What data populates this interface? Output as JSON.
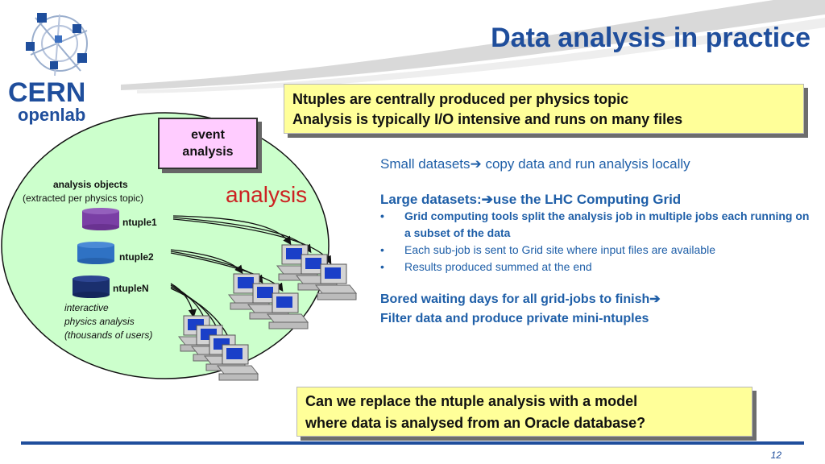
{
  "slide": {
    "title": "Data analysis in practice",
    "page_number": "12"
  },
  "logo": {
    "text_top": "CERN",
    "text_bottom": "openlab"
  },
  "top_note": {
    "line1": "Ntuples are centrally produced per physics topic",
    "line2": "Analysis is typically I/O intensive and runs on many files"
  },
  "diagram": {
    "event_box_line1": "event",
    "event_box_line2": "analysis",
    "analysis_label": "analysis",
    "objects_title": "analysis objects",
    "objects_subtitle": "(extracted per physics topic)",
    "ntuples": [
      "ntuple1",
      "ntuple2",
      "ntupleN"
    ],
    "interactive_line1": "interactive",
    "interactive_line2": "physics analysis",
    "interactive_line3": "(thousands of users)"
  },
  "right_text": {
    "small_datasets": "Small datasets",
    "small_datasets_rest": " copy data and run  analysis locally",
    "large_datasets": "Large datasets:",
    "large_datasets_rest": "use the LHC Computing Grid",
    "bullets": [
      "Grid computing tools split the analysis job in multiple jobs each running on a subset of the data",
      "Each sub-job is sent to Grid site where input files are available",
      "Results produced summed at the end"
    ],
    "bored": "Bored waiting days for all grid-jobs to finish",
    "filter": "Filter data and produce private mini-ntuples"
  },
  "bottom_note": {
    "line1": "Can we replace the ntuple analysis with a model",
    "line2": "where data is analysed from an Oracle database?"
  },
  "colors": {
    "title_blue": "#1f4e9c",
    "text_blue": "#1f5fa8",
    "note_yellow": "#ffff99",
    "ellipse_green": "#ccffcc",
    "event_pink": "#ffccff",
    "analysis_red": "#cc2222"
  }
}
